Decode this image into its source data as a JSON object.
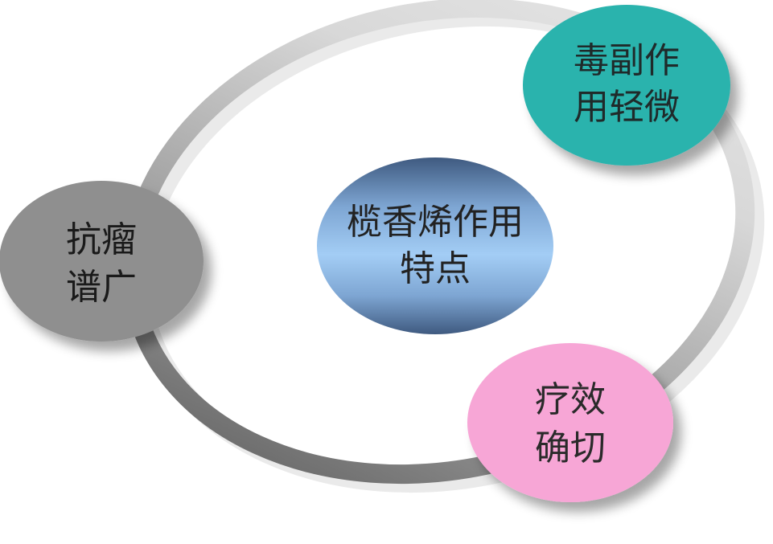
{
  "center": {
    "line1": "榄香烯作用",
    "line2": "特点"
  },
  "nodes": {
    "top_right": {
      "line1": "毒副作",
      "line2": "用轻微",
      "color": "#2ab3ad"
    },
    "left": {
      "line1": "抗瘤",
      "line2": "谱广",
      "color": "#8f8f8f"
    },
    "bottom_right": {
      "line1": "疗效",
      "line2": "确切",
      "color": "#f7a6d6"
    }
  },
  "colors": {
    "center_edge": "#3f5a80",
    "center_mid": "#9fcaf4",
    "ring_light": "#d9d9d9",
    "ring_dark": "#5f5f5f"
  }
}
